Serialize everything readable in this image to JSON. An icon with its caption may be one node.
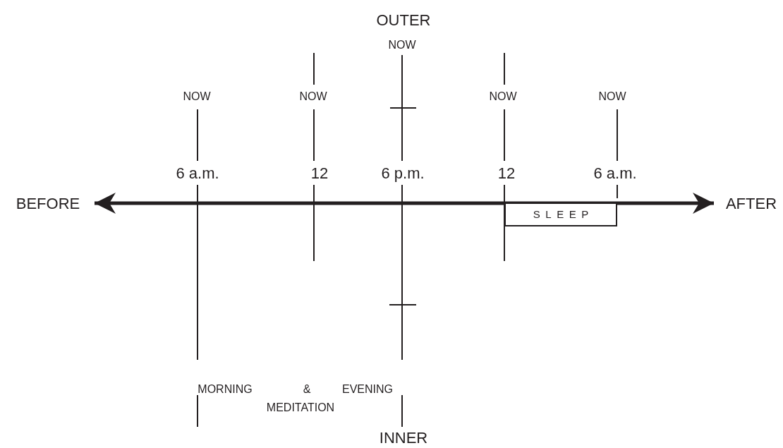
{
  "diagram": {
    "nodes": [
      {
        "text": [
          "BEFORE"
        ]
      },
      {
        "text": [
          "AFTER"
        ]
      },
      {
        "text": [
          "SLEEP"
        ]
      }
    ],
    "edges": [
      {
        "from": 0,
        "to": 1,
        "arrow": "both"
      }
    ],
    "labels": [
      "OUTER",
      "NOW",
      "NOW",
      "NOW",
      "NOW",
      "NOW",
      "6 a.m.",
      "12",
      "6 p.m.",
      "12",
      "6 a.m.",
      "MORNING",
      "&",
      "EVENING",
      "MEDITATION",
      "INNER"
    ]
  }
}
